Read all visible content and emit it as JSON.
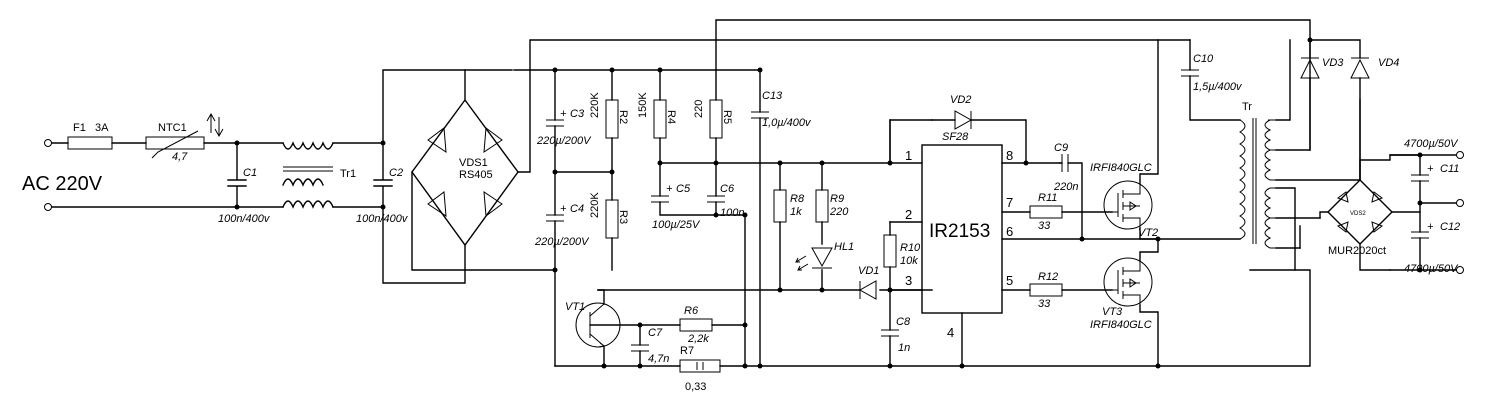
{
  "input": {
    "label": "AC 220V"
  },
  "fuse": {
    "ref": "F1",
    "value": "3A"
  },
  "ntc": {
    "ref": "NTC1",
    "value": "4,7"
  },
  "c1": {
    "ref": "C1",
    "value": "100n/400v"
  },
  "tr1": {
    "ref": "Tr1"
  },
  "c2": {
    "ref": "C2",
    "value": "100n/400v"
  },
  "vds1": {
    "ref": "VDS1",
    "part": "RS405"
  },
  "c3": {
    "ref": "C3",
    "value": "220µ/200V"
  },
  "c4": {
    "ref": "C4",
    "value": "220µ/200V"
  },
  "r2": {
    "ref": "R2",
    "value": "220K"
  },
  "r3": {
    "ref": "R3",
    "value": "220K"
  },
  "r4": {
    "ref": "R4",
    "value": "150K"
  },
  "r5": {
    "ref": "R5",
    "value": "220"
  },
  "c13": {
    "ref": "C13",
    "value": "1,0µ/400v"
  },
  "c5": {
    "ref": "C5",
    "value": "100µ/25V"
  },
  "c6": {
    "ref": "C6",
    "value": "100n"
  },
  "r8": {
    "ref": "R8",
    "value": "1k"
  },
  "r9": {
    "ref": "R9",
    "value": "220"
  },
  "hl1": {
    "ref": "HL1"
  },
  "vd1": {
    "ref": "VD1"
  },
  "vd2": {
    "ref": "VD2",
    "part": "SF28"
  },
  "r10": {
    "ref": "R10",
    "value": "10k"
  },
  "c8": {
    "ref": "C8",
    "value": "1n"
  },
  "ic": {
    "ref": "IR2153",
    "pins": [
      "1",
      "2",
      "3",
      "4",
      "5",
      "6",
      "7",
      "8"
    ]
  },
  "c9": {
    "ref": "C9",
    "value": "220n"
  },
  "r11": {
    "ref": "R11",
    "value": "33"
  },
  "r12": {
    "ref": "R12",
    "value": "33"
  },
  "vt1": {
    "ref": "VT1"
  },
  "vt2": {
    "ref": "VT2",
    "part": "IRFI840GLC"
  },
  "vt3": {
    "ref": "VT3",
    "part": "IRFI840GLC"
  },
  "r6": {
    "ref": "R6",
    "value": "2,2k"
  },
  "r7": {
    "ref": "R7",
    "value": "0,33"
  },
  "c7": {
    "ref": "C7",
    "value": "4,7n"
  },
  "c10": {
    "ref": "C10",
    "value": "1,5µ/400v"
  },
  "tr": {
    "ref": "Tr"
  },
  "vd3": {
    "ref": "VD3"
  },
  "vd4": {
    "ref": "VD4"
  },
  "vds2": {
    "ref": "VDS2",
    "part": "MUR2020ct"
  },
  "c11": {
    "ref": "C11",
    "value": "4700µ/50V"
  },
  "c12": {
    "ref": "C12",
    "value": "4700µ/50V"
  }
}
